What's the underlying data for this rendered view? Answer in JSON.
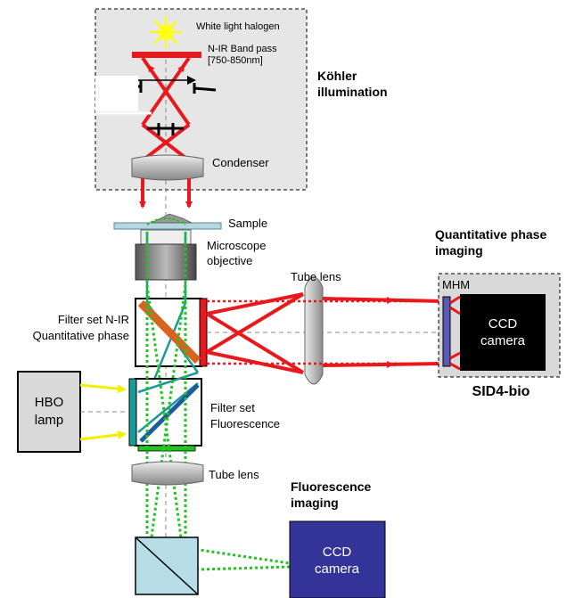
{
  "labels": {
    "white_light_halogen": "White light halogen",
    "nir_band_pass_line1": "N-IR Band pass",
    "nir_band_pass_line2": "[750-850nm]",
    "kohler_line1": "Köhler",
    "kohler_line2": "illumination",
    "condenser": "Condenser",
    "sample": "Sample",
    "microscope_objective_line1": "Microscope",
    "microscope_objective_line2": "objective",
    "tube_lens_top": "Tube lens",
    "quantitative_phase_imaging_line1": "Quantitative phase",
    "quantitative_phase_imaging_line2": "imaging",
    "mhm": "MHM",
    "ccd_camera_top_line1": "CCD",
    "ccd_camera_top_line2": "camera",
    "sid4_bio": "SID4-bio",
    "filter_set_nir_line1": "Filter set N-IR",
    "filter_set_nir_line2": "Quantitative phase",
    "hbo_lamp_line1": "HBO",
    "hbo_lamp_line2": "lamp",
    "filter_set_fluorescence_line1": "Filter set",
    "filter_set_fluorescence_line2": "Fluorescence",
    "tube_lens_bottom": "Tube lens",
    "fluorescence_imaging_line1": "Fluorescence",
    "fluorescence_imaging_line2": "imaging",
    "ccd_camera_bottom_line1": "CCD",
    "ccd_camera_bottom_line2": "camera"
  },
  "colors": {
    "nir_beam": "#e8191c",
    "fluorescence_beam": "#22c322",
    "excitation_beam": "#f0f000",
    "teal_beam": "#1a9a9a",
    "dichroic_orange": "#d9631e",
    "dichroic_blue": "#1e5aa0",
    "lamp_box": "#d9d9d9",
    "kohler_panel": "#e6e6e6",
    "ccd_top": "#000000",
    "ccd_bottom": "#333399",
    "mhm_plate": "#5a5ab4"
  }
}
